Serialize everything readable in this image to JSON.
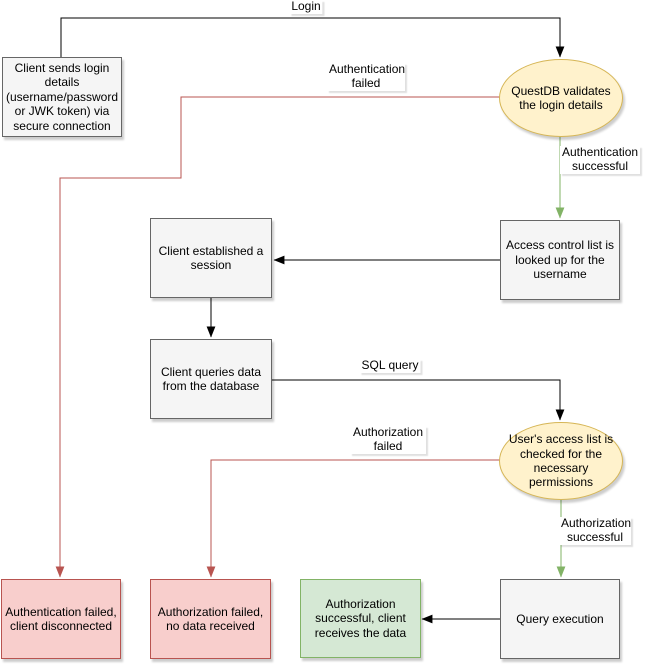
{
  "nodes": {
    "client_login": {
      "label": "Client sends login details (username/password or JWK token) via secure connection"
    },
    "questdb_validates": {
      "label": "QuestDB validates the login details"
    },
    "acl_lookup": {
      "label": "Access control list is looked up for the username"
    },
    "session_established": {
      "label": "Client established a session"
    },
    "client_queries": {
      "label": "Client queries data from the database"
    },
    "access_check": {
      "label": "User's access list is checked for the necessary permissions"
    },
    "auth_failed_end": {
      "label": "Authentication failed, client disconnected"
    },
    "authz_failed_end": {
      "label": "Authorization failed, no data received"
    },
    "authz_success_end": {
      "label": "Authorization successful, client receives the data"
    },
    "query_execution": {
      "label": "Query execution"
    }
  },
  "edge_labels": {
    "login": "Login",
    "authentication_failed": "Authentication failed",
    "authentication_successful": "Authentication successful",
    "sql_query": "SQL query",
    "authorization_failed": "Authorization failed",
    "authorization_successful": "Authorization successful"
  },
  "colors": {
    "canvas-bg": "#ffffff",
    "gray-fill": "#f5f5f5",
    "gray-stroke": "#666666",
    "yellow-fill": "#fff2cc",
    "yellow-stroke": "#d6b656",
    "red-fill": "#f8cecc",
    "red-stroke": "#b85450",
    "green-fill": "#d5e8d4",
    "green-stroke": "#82b366",
    "edge-black": "#000000"
  }
}
